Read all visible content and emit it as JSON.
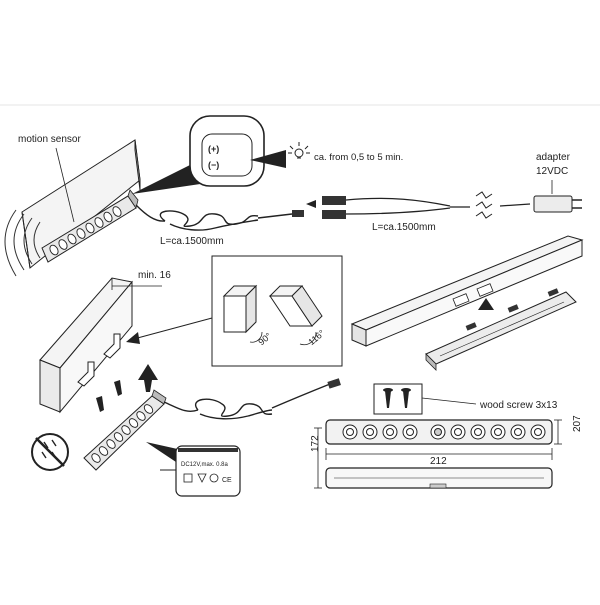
{
  "labels": {
    "motion_sensor": "motion sensor",
    "time_range": "ca. from 0,5  to 5 min.",
    "adapter": "adapter",
    "voltage": "12VDC",
    "cable_length_1": "L=ca.1500mm",
    "cable_length_2": "L=ca.1500mm",
    "min_depth": "min. 16",
    "angle_90": "90°",
    "angle_116": "116°",
    "wood_screw": "wood screw 3x13",
    "driver_label": "DC12V,max. 0.8a",
    "dim_width": "212",
    "dim_height": "207",
    "dim_length": "172"
  },
  "colors": {
    "line": "#222222",
    "panel": "#f4f4f4",
    "shadow": "#888888",
    "led": "#d9d9d9"
  }
}
